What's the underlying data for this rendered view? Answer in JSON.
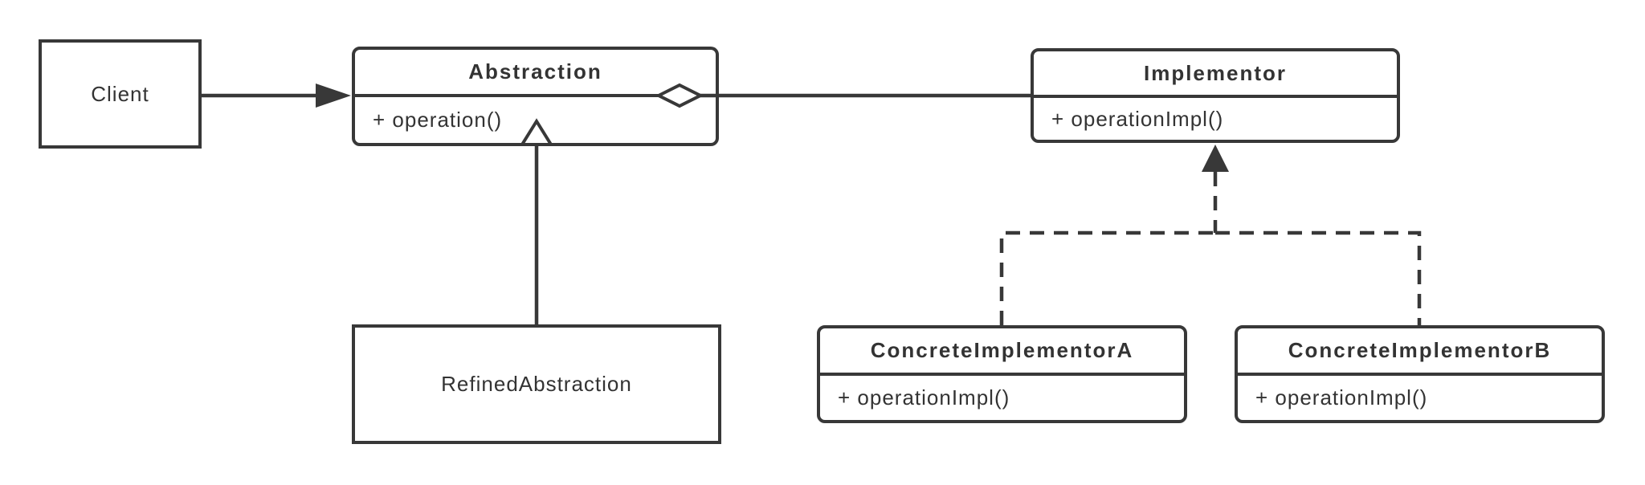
{
  "colors": {
    "stroke": "#383838",
    "text": "#333333",
    "background": "#ffffff"
  },
  "classes": {
    "client": {
      "name": "Client"
    },
    "abstraction": {
      "name": "Abstraction",
      "methods": [
        "+ operation()"
      ]
    },
    "implementor": {
      "name": "Implementor",
      "methods": [
        "+ operationImpl()"
      ]
    },
    "refined_abstraction": {
      "name": "RefinedAbstraction"
    },
    "concrete_implementor_a": {
      "name": "ConcreteImplementorA",
      "methods": [
        "+ operationImpl()"
      ]
    },
    "concrete_implementor_b": {
      "name": "ConcreteImplementorB",
      "methods": [
        "+ operationImpl()"
      ]
    }
  },
  "relationships": [
    {
      "from": "Client",
      "to": "Abstraction",
      "type": "directed-association"
    },
    {
      "from": "Abstraction",
      "to": "Implementor",
      "type": "aggregation"
    },
    {
      "from": "RefinedAbstraction",
      "to": "Abstraction",
      "type": "generalization"
    },
    {
      "from": "ConcreteImplementorA",
      "to": "Implementor",
      "type": "realization"
    },
    {
      "from": "ConcreteImplementorB",
      "to": "Implementor",
      "type": "realization"
    }
  ]
}
